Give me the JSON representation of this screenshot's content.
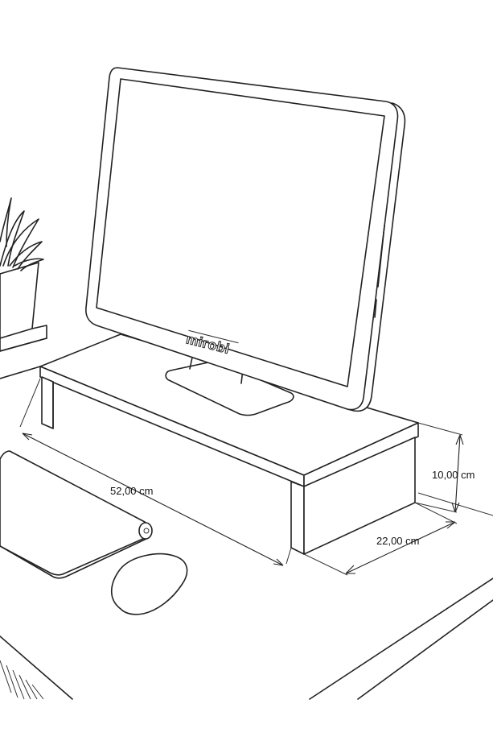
{
  "product": {
    "brand": "mirobi"
  },
  "dimensions": {
    "width": "52,00 cm",
    "depth": "22,00 cm",
    "height": "10,00 cm"
  }
}
